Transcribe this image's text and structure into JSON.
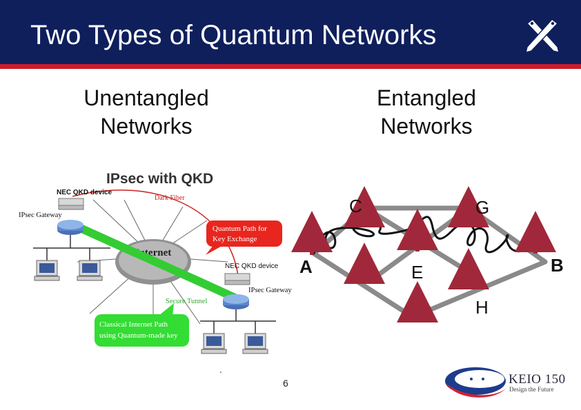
{
  "slide": {
    "title": "Two Types of Quantum Networks",
    "page_number": "6",
    "mark": "."
  },
  "columns": {
    "left_heading_line1": "Unentangled",
    "left_heading_line2": "Networks",
    "right_heading_line1": "Entangled",
    "right_heading_line2": "Networks"
  },
  "qkd_figure": {
    "title": "IPsec with QKD",
    "nec_device_top": "NEC QKD device",
    "ipsec_gateway_left": "IPsec Gateway",
    "dark_fiber": "Dark Fiber",
    "quantum_path_line1": "Quantum Path for",
    "quantum_path_line2": "Key Exchange",
    "internet": "Internet",
    "nec_device_bottom": "NEC QKD device",
    "ipsec_gateway_right": "IPsec Gateway",
    "secure_tunnel": "Secure Tunnel",
    "classical_path_line1": "Classical Internet Path",
    "classical_path_line2": "using Quantum-made key"
  },
  "entangled_figure": {
    "nodes": {
      "A": "A",
      "B": "B",
      "C": "C",
      "E": "E",
      "G": "G",
      "H": "H"
    }
  },
  "logo": {
    "name": "KEIO 150",
    "tagline": "Design the Future"
  },
  "colors": {
    "header": "#0f1f5c",
    "header_rule": "#cc1d2b",
    "link_gray": "#8a8a8a",
    "qubit_red": "#a0283a",
    "tunnel_green": "#33cc33",
    "callout_red": "#e8261e"
  }
}
